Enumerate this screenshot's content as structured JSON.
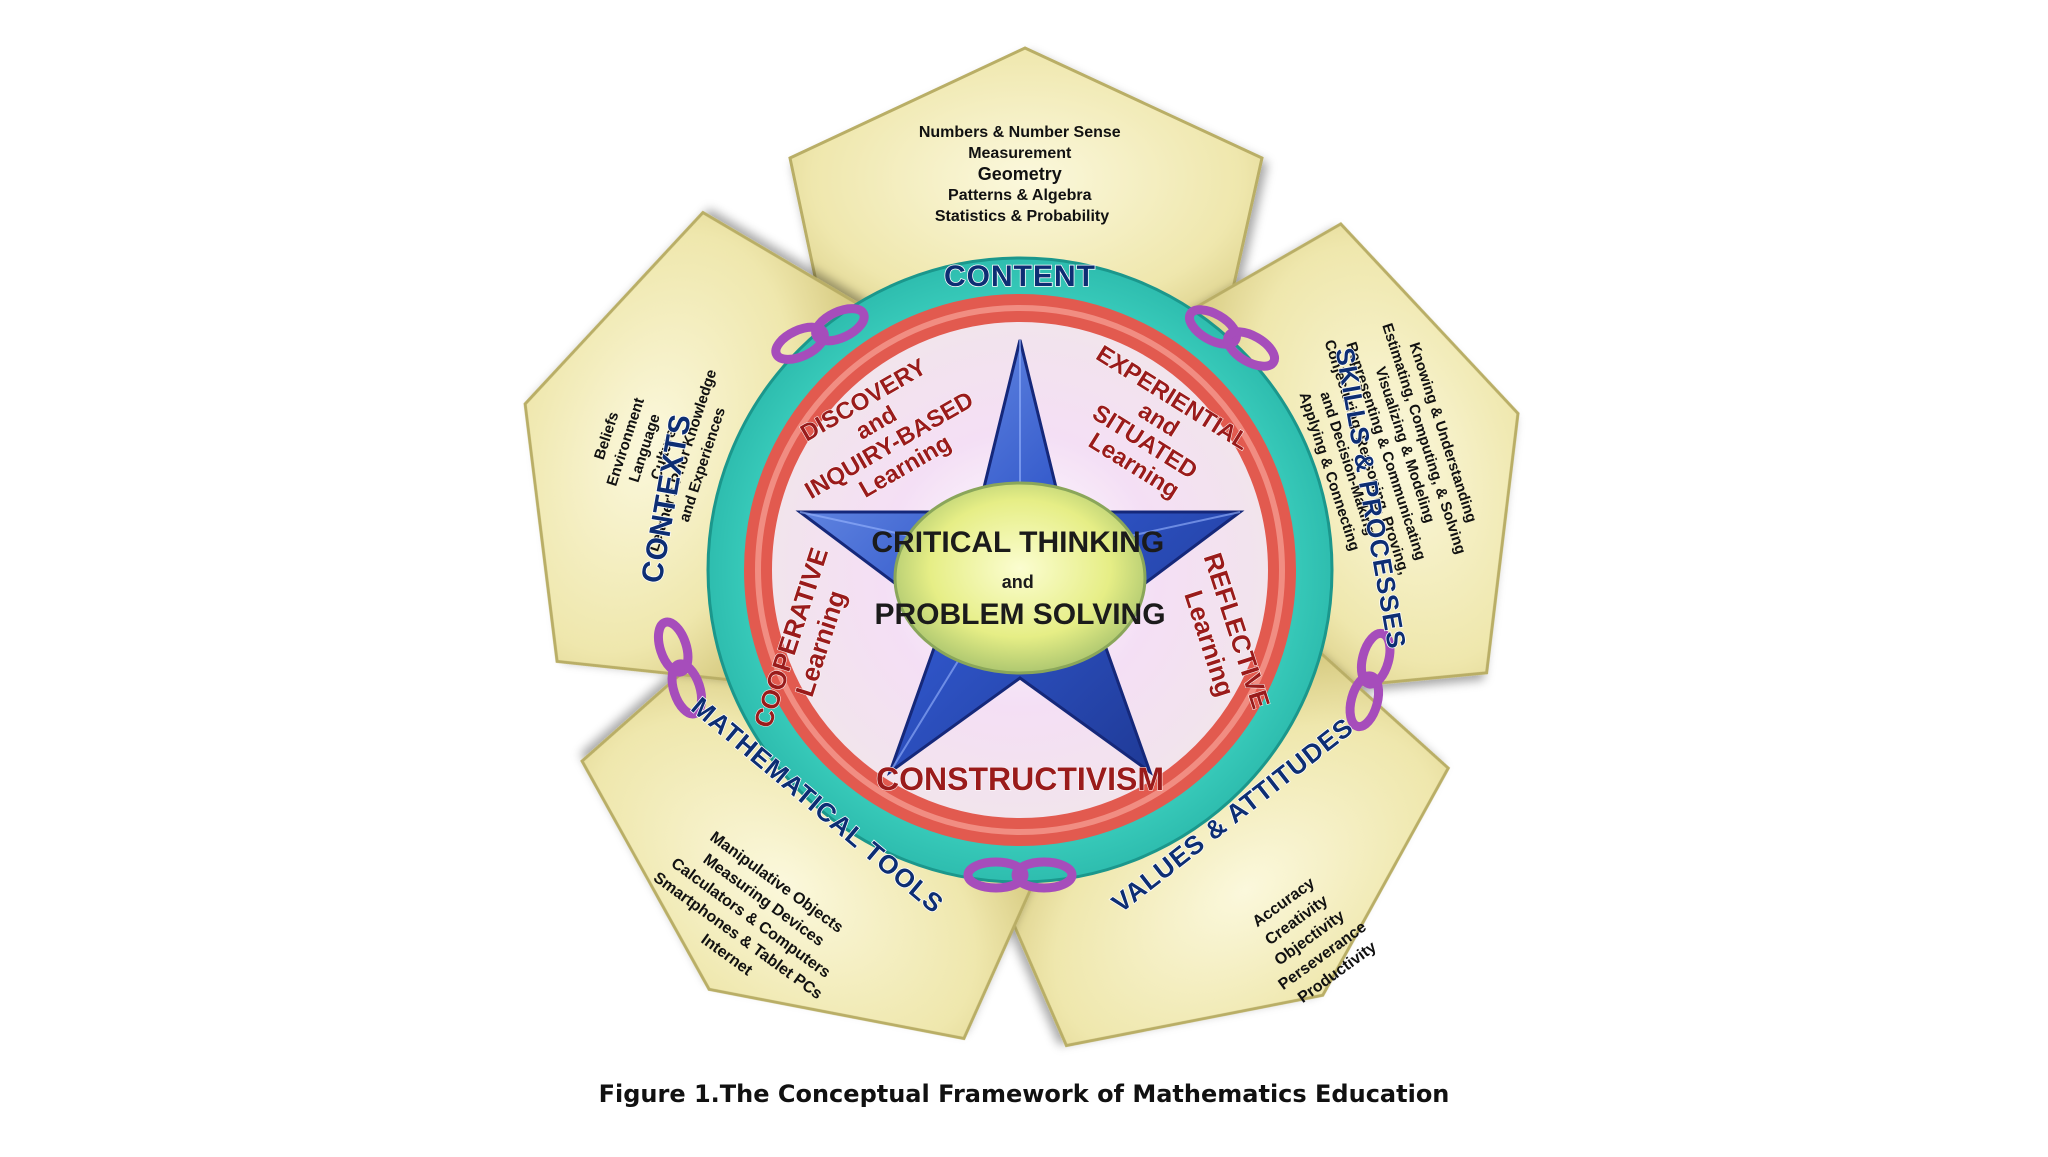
{
  "figure": {
    "caption": "Figure 1.The Conceptual Framework of Mathematics Education"
  },
  "pentagons": {
    "content": {
      "label": "CONTENT",
      "items": [
        "Numbers & Number Sense",
        "Measurement",
        "Geometry",
        "Patterns & Algebra",
        "Statistics & Probability"
      ]
    },
    "skills": {
      "label": "SKILLS & PROCESSES",
      "items": [
        "Knowing & Understanding",
        "Estimating, Computing, & Solving",
        "Visualizing & Modeling",
        "Representing & Communicating",
        "Conjecturing, Reasoning, Proving,",
        "and Decision-Making",
        "Applying & Connecting"
      ]
    },
    "values": {
      "label": "VALUES & ATTITUDES",
      "items": [
        "Accuracy",
        "Creativity",
        "Objectivity",
        "Perseverance",
        "Productivity"
      ]
    },
    "tools": {
      "label": "MATHEMATICAL TOOLS",
      "items": [
        "Manipulative Objects",
        "Measuring Devices",
        "Calculators & Computers",
        "Smartphones & Tablet PCs",
        "Internet"
      ]
    },
    "contexts": {
      "label": "CONTEXTS",
      "items": [
        "Beliefs",
        "Environment",
        "Language",
        "Culture",
        "Learner's Prior Knowledge",
        "and Experiences"
      ]
    }
  },
  "ring": {
    "discovery": [
      "DISCOVERY",
      "and",
      "INQUIRY-BASED",
      "Learning"
    ],
    "experiential": [
      "EXPERIENTIAL",
      "and",
      "SITUATED",
      "Learning"
    ],
    "reflective": [
      "REFLECTIVE",
      "Learning"
    ],
    "cooperative": [
      "COOPERATIVE",
      "Learning"
    ],
    "constructivism": "CONSTRUCTIVISM"
  },
  "core": {
    "line1": "CRITICAL THINKING",
    "line2": "and",
    "line3": "PROBLEM SOLVING"
  },
  "colors": {
    "pentagon": "#f1ebb4",
    "band": "#37d6c7",
    "ring": "#e25a4f",
    "star": "#2f55c8",
    "chain": "#a64dbb",
    "core": "#e9f08c"
  }
}
